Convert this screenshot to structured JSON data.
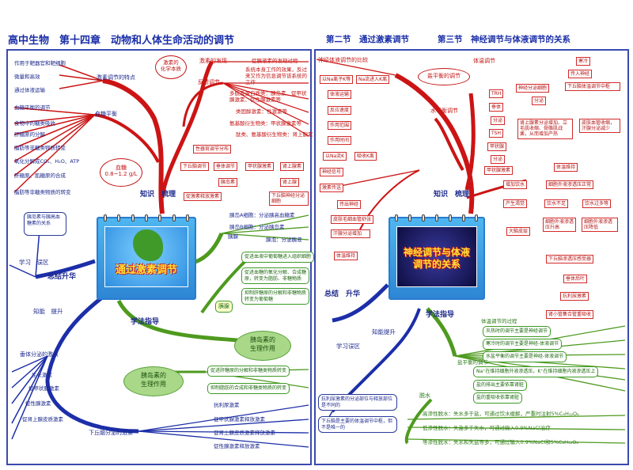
{
  "header": {
    "title": "高中生物　第十四章　动物和人体生命活动的调节",
    "section2": "第二节　通过激素调节",
    "section3": "第三节　神经调节与体液调节的关系"
  },
  "left": {
    "card_title": "通过激素调节",
    "hubs": {
      "knowledge": "知识　梳理",
      "summary": "总结升华",
      "method": "学法指导",
      "review": "学习　误区",
      "ability": "知能　提升"
    },
    "features_node": "激素调节的特点",
    "features": [
      "作用于靶器官和靶细胞",
      "微量和高效",
      "通过体液运输"
    ],
    "glucose_node": "血糖平衡",
    "glucose_items": [
      "血糖平衡的调节",
      "食物中的糖类吸收",
      "肝糖原的分解",
      "脂肪等非糖类物质转变",
      "氧化分解成CO₂、H₂O、ATP",
      "肝糖原、肌糖原的合成",
      "脂肪等非糖类物质的转变"
    ],
    "glucose_ellipse": [
      "血糖",
      "0.8~1.2 g/L"
    ],
    "chem_ellipse": [
      "激素的",
      "化学本质"
    ],
    "discovery": "激素的发现",
    "feedback": "反馈调节",
    "discovery_items": [
      "促胰液素的发现过程",
      "系统本身工作的效果，反过来又作为信息调节该系统的工作",
      "多肽及蛋白质类：胰岛素、促甲状腺激素、促性腺激素等",
      "类固醇激素：性激素等",
      "氨基酸衍生物类：甲状腺激素等",
      "肽类、氨基酸衍生物类：肾上腺素"
    ],
    "flow_boxes": [
      "性器官调节分布",
      "下丘脑调节",
      "垂体调节",
      "甲状腺激素",
      "肾上腺素",
      "胰岛素",
      "肾上腺",
      "促激素释放激素",
      "下丘脑神经分泌细胞"
    ],
    "right_items": [
      "胰岛A细胞：分泌胰高血糖素",
      "胰岛B细胞：分泌胰岛素",
      "胰腺",
      "腺泡：分泌胰液",
      "促进血液中葡萄糖进入组织细胞",
      "促进血糖的氧化分解、合成糖原，转变为脂肪、非糖物质",
      "抑制肝糖原的分解和非糖物质转变为葡萄糖"
    ],
    "pancreas_label": "胰腺",
    "insulin_ellipse": [
      "胰岛素的",
      "生理作用"
    ],
    "glucagon_ellipse": [
      "胰岛素的",
      "生理作用"
    ],
    "glucagon_items": [
      "促进肝糖原的分解和非糖类物质转变",
      "抑制脂肪的合成和非糖类物质的转变"
    ],
    "review_box": "胰岛素与胰高血糖素的关系",
    "secretion_node": "垂体分泌的激素",
    "hypo_node": "下丘脑分泌的激素",
    "pituitary_items": [
      "生长激素",
      "促甲状腺激素",
      "促性腺激素",
      "促肾上腺皮质激素"
    ],
    "hypo_items": [
      "抗利尿激素",
      "促甲状腺激素释放激素",
      "促肾上腺皮质激素释放激素",
      "促性腺激素释放激素"
    ]
  },
  "right": {
    "card_title": "神经调节与体液调节的关系",
    "hubs": {
      "knowledge": "知识　梳理",
      "summary": "总结　升华",
      "method": "学法指导",
      "review": "学习误区",
      "ability": "知能提升"
    },
    "compare_title": "神经体液调节的比较",
    "compare_boxes": [
      "以Na离子K等",
      "Na流进入K离",
      "体液运输",
      "反应速度",
      "作用范围",
      "作用时间",
      "以Na流K",
      "吸收K离",
      "神经信号",
      "激素传送"
    ],
    "salt_ellipse": "盐平衡的调节",
    "water_node": "水平衡调节",
    "temp_title": "体温调节",
    "temp_boxes": [
      "寒冷",
      "传入神经",
      "下丘脑体温调节中枢",
      "神经分泌细胞",
      "TRH",
      "垂体",
      "TSH",
      "甲状腺",
      "分泌",
      "分泌",
      "分泌",
      "皮肤血管收缩，汗腺分泌减少",
      "肾上腺素分泌增加、立毛肌收缩、骨骼肌战栗，从而增加产热",
      "甲状腺激素",
      "体温维持"
    ],
    "water_boxes": [
      "增加饮水",
      "细胞外液渗透压正常",
      "产生渴觉",
      "大脑皮层",
      "饮水不足",
      "饮水过多等",
      "细胞外液渗透压升高",
      "细胞外液渗透压降低",
      "下丘脑渗透压感受器",
      "垂体后叶",
      "抗利尿激素",
      "肾小管集合管重吸收"
    ],
    "immune_boxes": [
      "传出神经",
      "皮肤毛细血管舒张",
      "汗腺分泌增加",
      "体温维持"
    ],
    "method_items": [
      "体温调节的过程",
      "炎热时的调节主要是神经调节",
      "寒冷时的调节主要是神经-体液调节",
      "水盐平衡的调节主要是神经-体液调节"
    ],
    "method_items2": [
      "Na⁺在维持细胞外液渗透压，K⁺在维持细胞内液渗透压上",
      "盐的排出主要依靠肾脏",
      "盐的重吸收依靠肾脏"
    ],
    "water_loss": "脱水",
    "water_loss_items": [
      "高渗性脱水：失水多于盐，可通过饮水缓解，严重时注射5%C₆H₁₂O₆",
      "低渗性脱水：失盐多于失水，可通过输入0.9%NaCl治疗",
      "等渗性脱水：失水和失盐等多，可通过输入0.9%NaCl和5%C₆H₁₂O₆"
    ],
    "review_boxes": [
      "抗利尿激素的分泌部位与释放部位是不同的",
      "下丘脑是主要的体温调节中枢，但不是唯一的"
    ]
  }
}
